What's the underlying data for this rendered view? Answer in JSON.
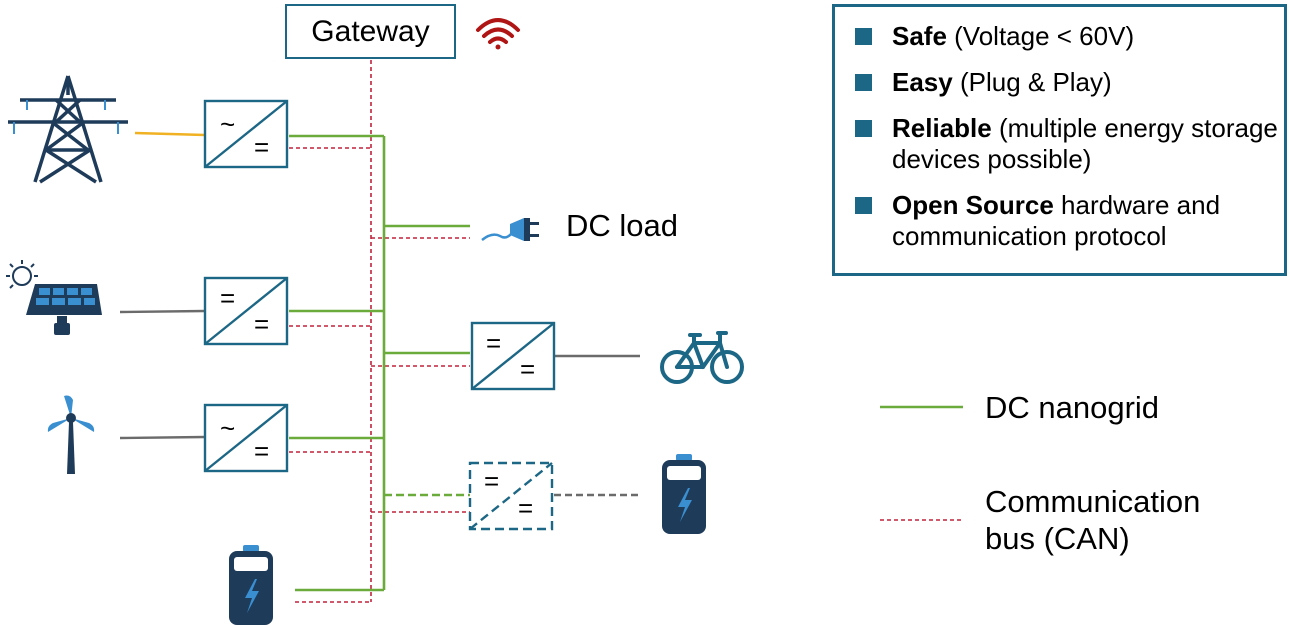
{
  "gateway": {
    "label": "Gateway",
    "icon": "wifi-icon",
    "icon_color": "#b01515"
  },
  "features": [
    {
      "bold": "Safe",
      "rest": " (Voltage < 60V)"
    },
    {
      "bold": "Easy",
      "rest": " (Plug & Play)"
    },
    {
      "bold": "Reliable",
      "rest": " (multiple energy storage devices possible)"
    },
    {
      "bold": "Open Source",
      "rest": " hardware and communication protocol"
    }
  ],
  "dc_load": {
    "label": "DC load",
    "icon": "plug-icon"
  },
  "legend": {
    "dc_nanogrid": "DC nanogrid",
    "communication_bus": "Communication bus (CAN)"
  },
  "converters": [
    {
      "id": "grid",
      "input_symbol": "~",
      "output_symbol": "=",
      "source_icon": "transmission-tower-icon"
    },
    {
      "id": "solar",
      "input_symbol": "=",
      "output_symbol": "=",
      "source_icon": "solar-panel-icon"
    },
    {
      "id": "wind",
      "input_symbol": "~",
      "output_symbol": "=",
      "source_icon": "wind-turbine-icon"
    },
    {
      "id": "ebike",
      "input_symbol": "=",
      "output_symbol": "=",
      "target_icon": "bicycle-icon"
    },
    {
      "id": "battery-optional",
      "input_symbol": "=",
      "output_symbol": "=",
      "target_icon": "battery-icon",
      "dashed": true
    }
  ],
  "colors": {
    "nanogrid_line": "#6aab3c",
    "can_bus": "#c0243c",
    "accent": "#1d6786",
    "icon_dark": "#1f3b5a",
    "grid_input_line": "#f0b122",
    "gray_line": "#6b6b6b"
  }
}
